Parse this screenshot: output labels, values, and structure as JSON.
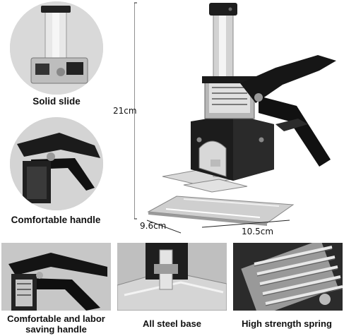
{
  "features": {
    "solid_slide": "Solid slide",
    "comfortable_handle": "Comfortable handle"
  },
  "dimensions": {
    "height": "21cm",
    "depth": "9.6cm",
    "width": "10.5cm"
  },
  "bottom": {
    "labor": "Comfortable and labor saving handle",
    "base": "All steel base",
    "spring": "High strength spring"
  },
  "colors": {
    "tool_body": "#1a1a1a",
    "steel": "#c9c9c9"
  }
}
